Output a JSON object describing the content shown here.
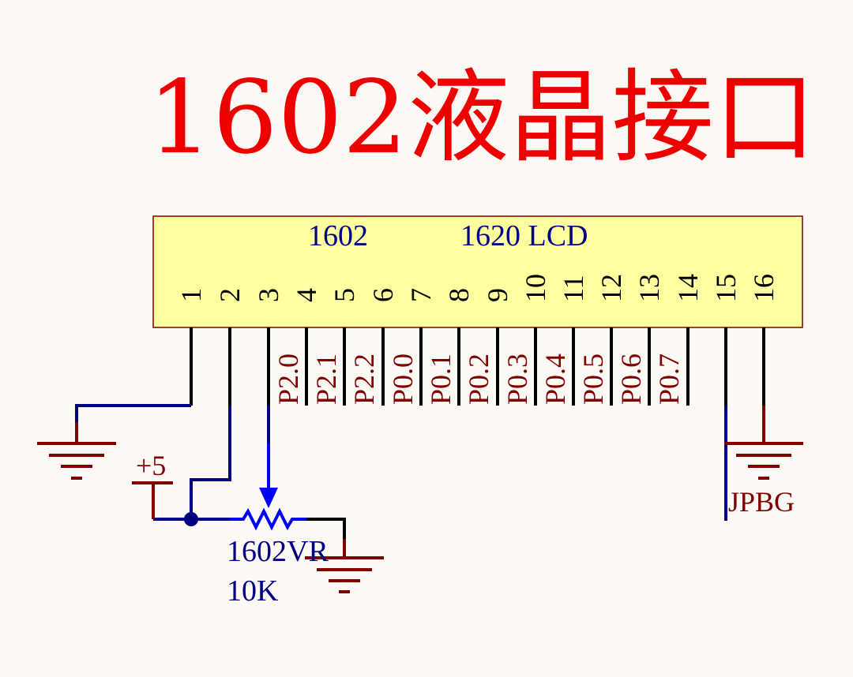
{
  "title": "1602液晶接口",
  "lcd": {
    "label_left": "1602",
    "label_right": "1620 LCD",
    "pins": [
      "1",
      "2",
      "3",
      "4",
      "5",
      "6",
      "7",
      "8",
      "9",
      "10",
      "11",
      "12",
      "13",
      "14",
      "15",
      "16"
    ]
  },
  "nets": [
    "P2.0",
    "P2.1",
    "P2.2",
    "P0.0",
    "P0.1",
    "P0.2",
    "P0.3",
    "P0.4",
    "P0.5",
    "P0.6",
    "P0.7"
  ],
  "power_label": "+5",
  "potentiometer": {
    "designator": "1602VR",
    "value": "10K"
  },
  "jumper_label": "JPBG",
  "colors": {
    "title": "#ee0000",
    "lcd_fill": "#ffff9f",
    "lcd_border": "#800000",
    "wire": "#000080",
    "pin": "#000000",
    "power": "#800000",
    "navy_text": "#000080",
    "net_text": "#800000",
    "pot": "#0000ff",
    "background": "#fdfaf5"
  }
}
